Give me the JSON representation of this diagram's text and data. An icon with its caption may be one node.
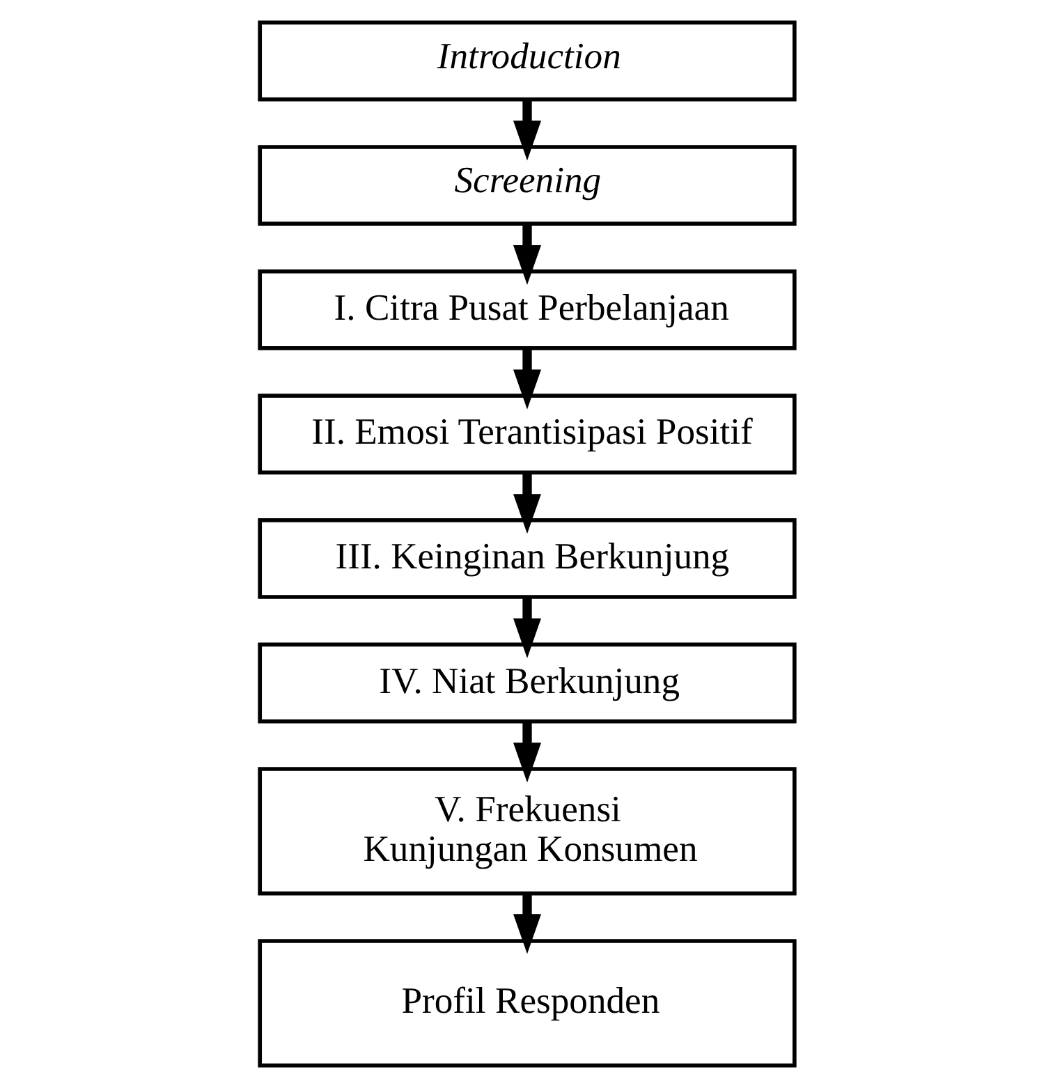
{
  "diagram": {
    "nodes": [
      {
        "text": [
          "Introduction"
        ]
      },
      {
        "text": [
          "Screening"
        ]
      },
      {
        "text": [
          "I. Citra Pusat Perbelanjaan"
        ]
      },
      {
        "text": [
          "II. Emosi Terantisipasi Positif"
        ]
      },
      {
        "text": [
          "III. Keinginan Berkunjung"
        ]
      },
      {
        "text": [
          "IV. Niat Berkunjung"
        ]
      },
      {
        "text": [
          "V. Frekuensi Kunjungan Konsumen"
        ]
      },
      {
        "text": [
          "Profil Responden"
        ]
      }
    ],
    "edges": [
      {
        "from": 0,
        "to": 1,
        "arrow": "to"
      },
      {
        "from": 1,
        "to": 2,
        "arrow": "to"
      },
      {
        "from": 2,
        "to": 3,
        "arrow": "to"
      },
      {
        "from": 3,
        "to": 4,
        "arrow": "to"
      },
      {
        "from": 4,
        "to": 5,
        "arrow": "to"
      },
      {
        "from": 5,
        "to": 6,
        "arrow": "to"
      },
      {
        "from": 6,
        "to": 7,
        "arrow": "to"
      }
    ]
  }
}
